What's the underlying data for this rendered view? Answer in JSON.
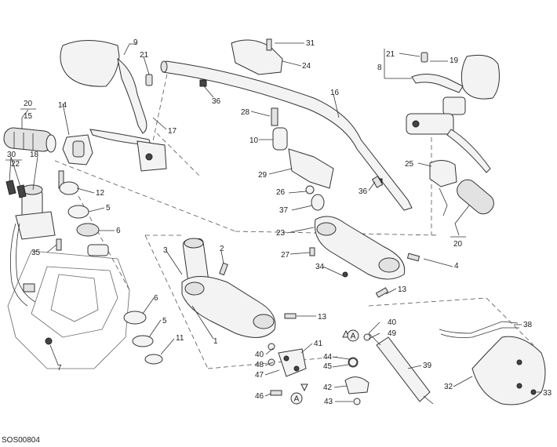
{
  "diagram_code": "SOS00804",
  "ref_letter": "A",
  "labels": [
    "1",
    "2",
    "3",
    "4",
    "5",
    "6",
    "7",
    "8",
    "9",
    "10",
    "11",
    "12",
    "13",
    "14",
    "15",
    "16",
    "17",
    "18",
    "19",
    "20",
    "21",
    "22",
    "23",
    "24",
    "25",
    "26",
    "27",
    "28",
    "29",
    "30",
    "31",
    "32",
    "33",
    "34",
    "35",
    "36",
    "37",
    "38",
    "39",
    "40",
    "41",
    "42",
    "43",
    "44",
    "45",
    "46",
    "47",
    "48",
    "49"
  ]
}
